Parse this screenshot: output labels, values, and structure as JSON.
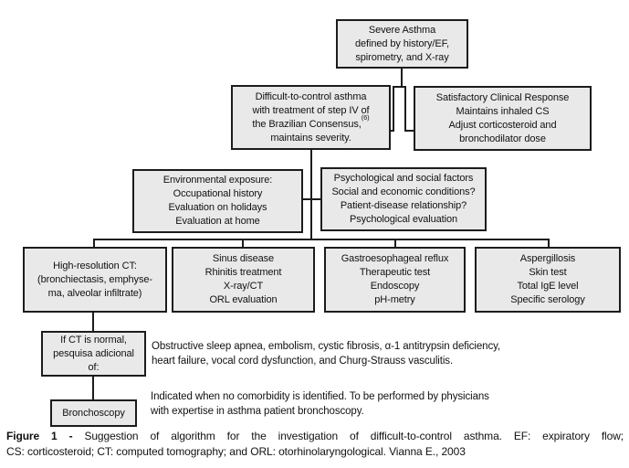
{
  "figure": {
    "boxes": {
      "severe_asthma": {
        "lines": [
          "Severe Asthma",
          "defined by history/EF,",
          "spirometry, and X-ray"
        ]
      },
      "difficult_asthma": {
        "line1": "Difficult-to-control asthma",
        "line2": "with treatment of step IV of",
        "line3": "the Brazilian Consensus,",
        "line3_sup": "(6)",
        "line4": "maintains severity."
      },
      "satisfactory_response": {
        "lines": [
          "Satisfactory Clinical Response",
          "Maintains inhaled CS",
          "Adjust corticosteroid and",
          "bronchodilator dose"
        ]
      },
      "environmental_exposure": {
        "lines": [
          "Environmental exposure:",
          "Occupational history",
          "Evaluation on holidays",
          "Evaluation at home"
        ]
      },
      "psychological_factors": {
        "lines": [
          "Psychological and social factors",
          "Social and economic conditions?",
          "Patient-disease relationship?",
          "Psychological evaluation"
        ]
      },
      "high_resolution_ct": {
        "lines": [
          "High-resolution CT:",
          "(bronchiectasis, emphyse-",
          "ma, alveolar infiltrate)"
        ]
      },
      "sinus_disease": {
        "lines": [
          "Sinus disease",
          "Rhinitis treatment",
          "X-ray/CT",
          "ORL evaluation"
        ]
      },
      "gastroesophageal_reflux": {
        "lines": [
          "Gastroesophageal reflux",
          "Therapeutic test",
          "Endoscopy",
          "pH-metry"
        ]
      },
      "aspergillosis": {
        "lines": [
          "Aspergillosis",
          "Skin test",
          "Total IgE level",
          "Specific serology"
        ]
      },
      "if_ct_normal": {
        "lines": [
          "If CT is normal,",
          "pesquisa adicional",
          "of:"
        ]
      },
      "bronchoscopy": {
        "lines": [
          "Bronchoscopy"
        ]
      }
    },
    "notes": {
      "comorbidities": [
        "Obstructive sleep apnea, embolism, cystic fibrosis, α-1 antitrypsin deficiency,",
        "heart failure, vocal cord dysfunction, and Churg-Strauss vasculitis."
      ],
      "bronchoscopy_indication": [
        "Indicated when no comorbidity is identified. To be performed by physicians",
        "with expertise in asthma patient bronchoscopy."
      ]
    }
  },
  "caption": {
    "label": "Figure 1 -",
    "line1": "Suggestion of algorithm for the investigation of difficult-to-control asthma. EF: expiratory flow;",
    "line2": "CS: corticosteroid; CT: computed tomography; and ORL: otorhinolaryngological. Vianna E., 2003"
  },
  "colors": {
    "background": "#ffffff",
    "box_fill": "#e9e9e9",
    "box_border": "#1c1c1c",
    "line": "#1c1c1c",
    "text": "#111111"
  }
}
